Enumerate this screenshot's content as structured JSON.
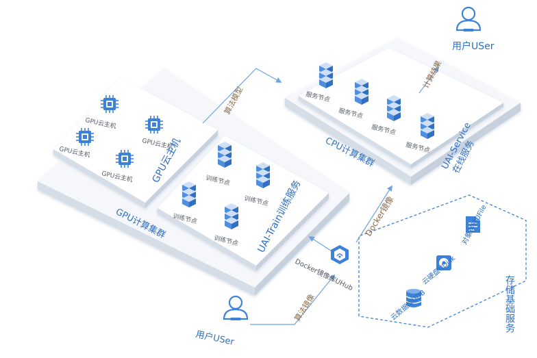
{
  "colors": {
    "accent": "#3d82d8",
    "line": "#6da3df",
    "text": "#2f6fc4",
    "label_text": "#555b63",
    "rotated_brown": "#8a6a4a",
    "platform_side": "#dde4ec",
    "platform_top": "#f6f8fb"
  },
  "icons": {
    "user": "user-icon",
    "chip": "chip-icon",
    "server": "server-stack-icon",
    "file": "file-icon",
    "disk": "disk-icon",
    "database": "database-icon",
    "hub": "hub-icon"
  },
  "users": {
    "top": "用户USer",
    "bottom": "用户USer"
  },
  "gpu_cluster": {
    "title": "GPU计算集群",
    "host_group_label": "GPU云主机",
    "hosts": [
      "GPU云主机",
      "GPU云主机",
      "GPU云主机",
      "GPU云主机"
    ]
  },
  "train_service": {
    "title": "UAI-Train训练服务",
    "nodes": [
      "训练节点",
      "训练节点",
      "训练节点",
      "训练节点"
    ]
  },
  "cpu_cluster": {
    "title": "CPU计算集群",
    "nodes": [
      "服务节点",
      "服务节点",
      "服务节点",
      "服务节点"
    ],
    "service_line1": "UAI-Service",
    "service_line2": "在线服务"
  },
  "hub": {
    "label": "Docker镜像库UHub"
  },
  "storage": {
    "title": "存储基础服务",
    "items": [
      "对象存储UFile",
      "云硬盘UDisk",
      "云数据库UDB"
    ]
  },
  "flows": {
    "algo_model": "算法模型",
    "compute_result": "计算结果",
    "docker_image": "Docker镜像",
    "algo_image": "算法镜像"
  }
}
